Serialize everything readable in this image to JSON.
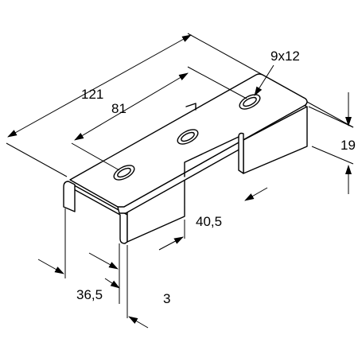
{
  "diagram": {
    "dimensions": {
      "overall_length": "121",
      "hole_spacing": "81",
      "slot_size": "9x12",
      "height": "19",
      "leg_length": "40,5",
      "leg_width": "36,5",
      "thickness": "3"
    }
  },
  "colors": {
    "background": "#ffffff",
    "line": "#000000",
    "part_fill": "#ffffff"
  }
}
